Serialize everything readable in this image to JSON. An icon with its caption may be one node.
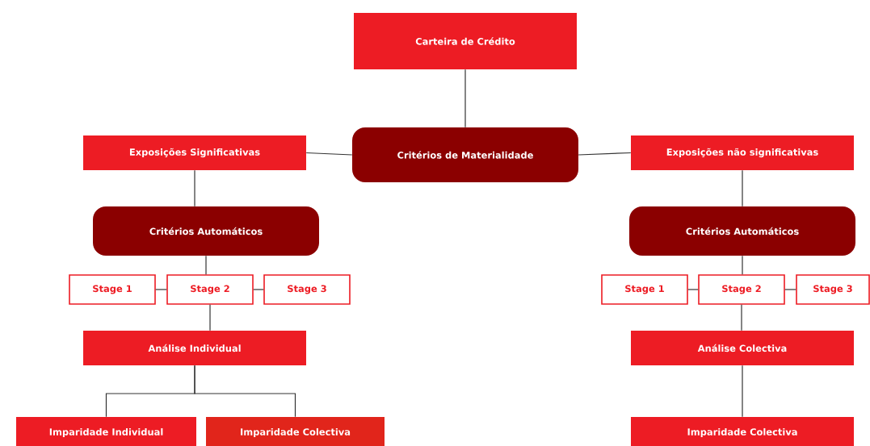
{
  "diagram": {
    "nodes": [
      {
        "text": [
          "Carteira de Crédito"
        ]
      },
      {
        "text": [
          "Critérios de Materialidade"
        ]
      },
      {
        "text": [
          "Exposições Significativas"
        ]
      },
      {
        "text": [
          "Exposições não significativas"
        ]
      },
      {
        "text": [
          "Critérios Automáticos"
        ]
      },
      {
        "text": [
          "Stage 1"
        ]
      },
      {
        "text": [
          "Stage 2"
        ]
      },
      {
        "text": [
          "Stage 3"
        ]
      },
      {
        "text": [
          "Análise Individual"
        ]
      },
      {
        "text": [
          "Imparidade Individual"
        ]
      },
      {
        "text": [
          "Imparidade Colectiva"
        ]
      },
      {
        "text": [
          "Critérios Automáticos"
        ]
      },
      {
        "text": [
          "Stage 1"
        ]
      },
      {
        "text": [
          "Stage 2"
        ]
      },
      {
        "text": [
          "Stage 3"
        ]
      },
      {
        "text": [
          "Análise Colectiva"
        ]
      },
      {
        "text": [
          "Imparidade Colectiva"
        ]
      }
    ],
    "edges": [
      {
        "from": 0,
        "to": 1,
        "arrow": "none"
      },
      {
        "from": 1,
        "to": 2,
        "arrow": "none"
      },
      {
        "from": 1,
        "to": 3,
        "arrow": "none"
      },
      {
        "from": 2,
        "to": 4,
        "arrow": "none"
      },
      {
        "from": 4,
        "to": 6,
        "arrow": "none"
      },
      {
        "from": 5,
        "to": 6,
        "arrow": "none"
      },
      {
        "from": 6,
        "to": 7,
        "arrow": "none"
      },
      {
        "from": 6,
        "to": 8,
        "arrow": "none"
      },
      {
        "from": 8,
        "to": 9,
        "arrow": "none"
      },
      {
        "from": 8,
        "to": 10,
        "arrow": "none"
      },
      {
        "from": 3,
        "to": 11,
        "arrow": "none"
      },
      {
        "from": 11,
        "to": 13,
        "arrow": "none"
      },
      {
        "from": 12,
        "to": 13,
        "arrow": "none"
      },
      {
        "from": 13,
        "to": 14,
        "arrow": "none"
      },
      {
        "from": 13,
        "to": 15,
        "arrow": "none"
      },
      {
        "from": 15,
        "to": 16,
        "arrow": "none"
      }
    ]
  }
}
